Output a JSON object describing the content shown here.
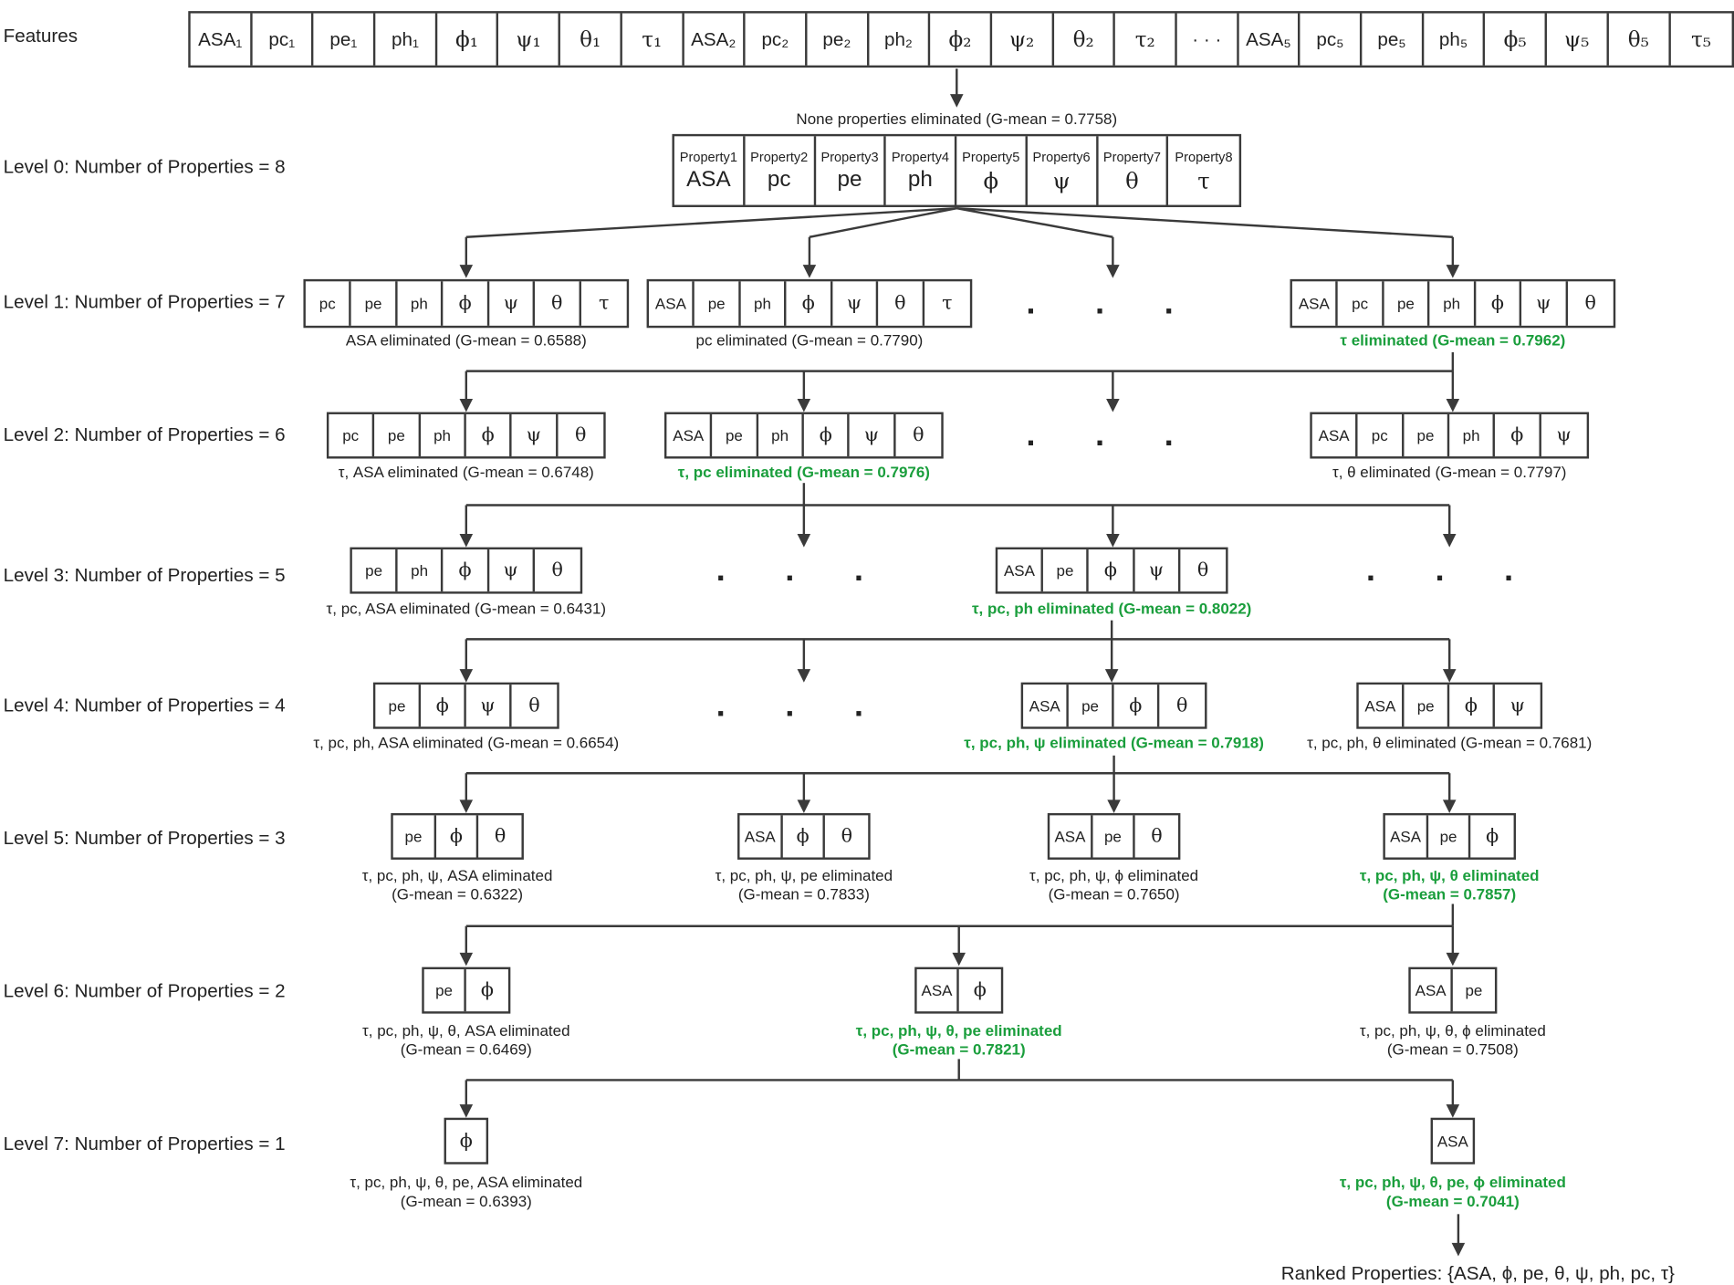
{
  "features_label": "Features",
  "features": [
    "ASA₁",
    "pc₁",
    "pe₁",
    "ph₁",
    "ϕ₁",
    "ψ₁",
    "θ₁",
    "τ₁",
    "ASA₂",
    "pc₂",
    "pe₂",
    "ph₂",
    "ϕ₂",
    "ψ₂",
    "θ₂",
    "τ₂",
    "· · ·",
    "ASA₅",
    "pc₅",
    "pe₅",
    "ph₅",
    "ϕ₅",
    "ψ₅",
    "θ₅",
    "τ₅"
  ],
  "level0": {
    "caption": "None properties eliminated (G-mean = 0.7758)",
    "properties": [
      {
        "name": "Property1",
        "symbol": "ASA"
      },
      {
        "name": "Property2",
        "symbol": "pc"
      },
      {
        "name": "Property3",
        "symbol": "pe"
      },
      {
        "name": "Property4",
        "symbol": "ph"
      },
      {
        "name": "Property5",
        "symbol": "ϕ"
      },
      {
        "name": "Property6",
        "symbol": "ψ"
      },
      {
        "name": "Property7",
        "symbol": "θ"
      },
      {
        "name": "Property8",
        "symbol": "τ"
      }
    ]
  },
  "levels": [
    "Level 0: Number of Properties = 8",
    "Level 1: Number of Properties = 7",
    "Level 2: Number of Properties = 6",
    "Level 3: Number of Properties = 5",
    "Level 4: Number of Properties = 4",
    "Level 5: Number of Properties = 3",
    "Level 6: Number of Properties = 2",
    "Level 7: Number of Properties = 1"
  ],
  "ellipsis": "· · ·",
  "level1": [
    {
      "cells": [
        "pc",
        "pe",
        "ph",
        "ϕ",
        "ψ",
        "θ",
        "τ"
      ],
      "caption": [
        "ASA eliminated (G-mean = 0.6588)"
      ],
      "best": false
    },
    {
      "cells": [
        "ASA",
        "pe",
        "ph",
        "ϕ",
        "ψ",
        "θ",
        "τ"
      ],
      "caption": [
        "pc eliminated (G-mean = 0.7790)"
      ],
      "best": false
    },
    {
      "cells": [
        "ASA",
        "pc",
        "pe",
        "ph",
        "ϕ",
        "ψ",
        "θ"
      ],
      "caption": [
        "τ eliminated (G-mean = 0.7962)"
      ],
      "best": true
    }
  ],
  "level2": [
    {
      "cells": [
        "pc",
        "pe",
        "ph",
        "ϕ",
        "ψ",
        "θ"
      ],
      "caption": [
        "τ, ASA eliminated (G-mean = 0.6748)"
      ],
      "best": false
    },
    {
      "cells": [
        "ASA",
        "pe",
        "ph",
        "ϕ",
        "ψ",
        "θ"
      ],
      "caption": [
        "τ, pc eliminated (G-mean = 0.7976)"
      ],
      "best": true
    },
    {
      "cells": [
        "ASA",
        "pc",
        "pe",
        "ph",
        "ϕ",
        "ψ"
      ],
      "caption": [
        "τ, θ eliminated (G-mean = 0.7797)"
      ],
      "best": false
    }
  ],
  "level3": [
    {
      "cells": [
        "pe",
        "ph",
        "ϕ",
        "ψ",
        "θ"
      ],
      "caption": [
        "τ, pc, ASA eliminated (G-mean = 0.6431)"
      ],
      "best": false
    },
    {
      "cells": [
        "ASA",
        "pe",
        "ϕ",
        "ψ",
        "θ"
      ],
      "caption": [
        "τ, pc, ph eliminated (G-mean = 0.8022)"
      ],
      "best": true
    }
  ],
  "level4": [
    {
      "cells": [
        "pe",
        "ϕ",
        "ψ",
        "θ"
      ],
      "caption": [
        "τ, pc, ph, ASA eliminated (G-mean = 0.6654)"
      ],
      "best": false
    },
    {
      "cells": [
        "ASA",
        "pe",
        "ϕ",
        "θ"
      ],
      "caption": [
        "τ, pc, ph, ψ eliminated (G-mean = 0.7918)"
      ],
      "best": true
    },
    {
      "cells": [
        "ASA",
        "pe",
        "ϕ",
        "ψ"
      ],
      "caption": [
        "τ, pc, ph, θ eliminated (G-mean = 0.7681)"
      ],
      "best": false
    }
  ],
  "level5": [
    {
      "cells": [
        "pe",
        "ϕ",
        "θ"
      ],
      "caption": [
        "τ, pc, ph, ψ, ASA eliminated",
        "(G-mean = 0.6322)"
      ],
      "best": false
    },
    {
      "cells": [
        "ASA",
        "ϕ",
        "θ"
      ],
      "caption": [
        "τ, pc, ph, ψ, pe eliminated",
        "(G-mean = 0.7833)"
      ],
      "best": false
    },
    {
      "cells": [
        "ASA",
        "pe",
        "θ"
      ],
      "caption": [
        "τ, pc, ph, ψ, ϕ eliminated",
        "(G-mean = 0.7650)"
      ],
      "best": false
    },
    {
      "cells": [
        "ASA",
        "pe",
        "ϕ"
      ],
      "caption": [
        "τ, pc, ph, ψ, θ eliminated",
        "(G-mean = 0.7857)"
      ],
      "best": true
    }
  ],
  "level6": [
    {
      "cells": [
        "pe",
        "ϕ"
      ],
      "caption": [
        "τ, pc, ph, ψ, θ, ASA eliminated",
        "(G-mean = 0.6469)"
      ],
      "best": false
    },
    {
      "cells": [
        "ASA",
        "ϕ"
      ],
      "caption": [
        "τ, pc, ph, ψ, θ, pe eliminated",
        "(G-mean = 0.7821)"
      ],
      "best": true
    },
    {
      "cells": [
        "ASA",
        "pe"
      ],
      "caption": [
        "τ, pc, ph, ψ, θ, ϕ eliminated",
        "(G-mean = 0.7508)"
      ],
      "best": false
    }
  ],
  "level7": [
    {
      "cells": [
        "ϕ"
      ],
      "caption": [
        "τ, pc, ph, ψ, θ, pe, ASA eliminated",
        "(G-mean = 0.6393)"
      ],
      "best": false
    },
    {
      "cells": [
        "ASA"
      ],
      "caption": [
        "τ, pc, ph, ψ, θ, pe, ϕ eliminated",
        "(G-mean = 0.7041)"
      ],
      "best": true
    }
  ],
  "ranked": "Ranked Properties: {ASA, ϕ, pe, θ, ψ, ph, pc, τ}",
  "colors": {
    "best": "#1a9e3c",
    "line": "#3a3a3a"
  }
}
